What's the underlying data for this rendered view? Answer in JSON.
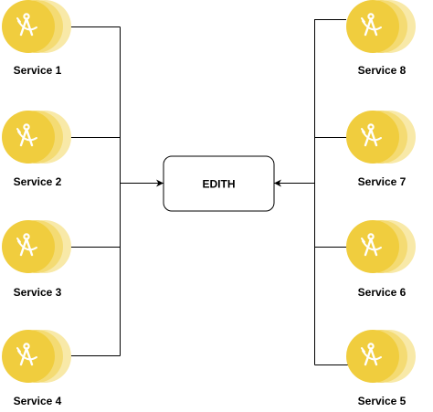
{
  "hub": {
    "label": "EDITH"
  },
  "left_services": [
    {
      "label": "Service 1"
    },
    {
      "label": "Service 2"
    },
    {
      "label": "Service 3"
    },
    {
      "label": "Service 4"
    }
  ],
  "right_services": [
    {
      "label": "Service 8"
    },
    {
      "label": "Service 7"
    },
    {
      "label": "Service 6"
    },
    {
      "label": "Service 5"
    }
  ],
  "icon": {
    "name": "compass-drafting-icon"
  },
  "colors": {
    "icon_front": "#f0cd3e",
    "icon_mid": "#f4db73",
    "icon_back": "#f8e9a8",
    "glyph": "#ffffff",
    "line": "#000000",
    "hub_border": "#000000"
  }
}
